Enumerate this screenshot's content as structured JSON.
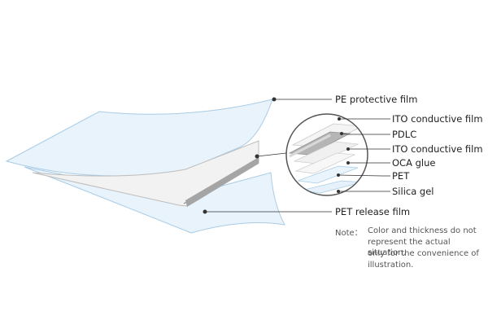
{
  "labels": {
    "pe_protective": "PE protective film",
    "ito_top": "ITO conductive film",
    "pdlc": "PDLC",
    "ito_bottom": "ITO conductive film",
    "oca": "OCA glue",
    "pet": "PET",
    "silica": "Silica gel",
    "pet_release": "PET release film"
  },
  "note": {
    "title": "Note：",
    "lines": [
      "Color and thickness do not",
      "represent the actual situation,",
      "only for the convenience of",
      "illustration."
    ]
  },
  "colors": {
    "film_fill": "#e8f3fc",
    "film_stroke": "#a9cce6",
    "core": "#f2f2f2",
    "leader": "#333333",
    "circle": "#555555"
  }
}
